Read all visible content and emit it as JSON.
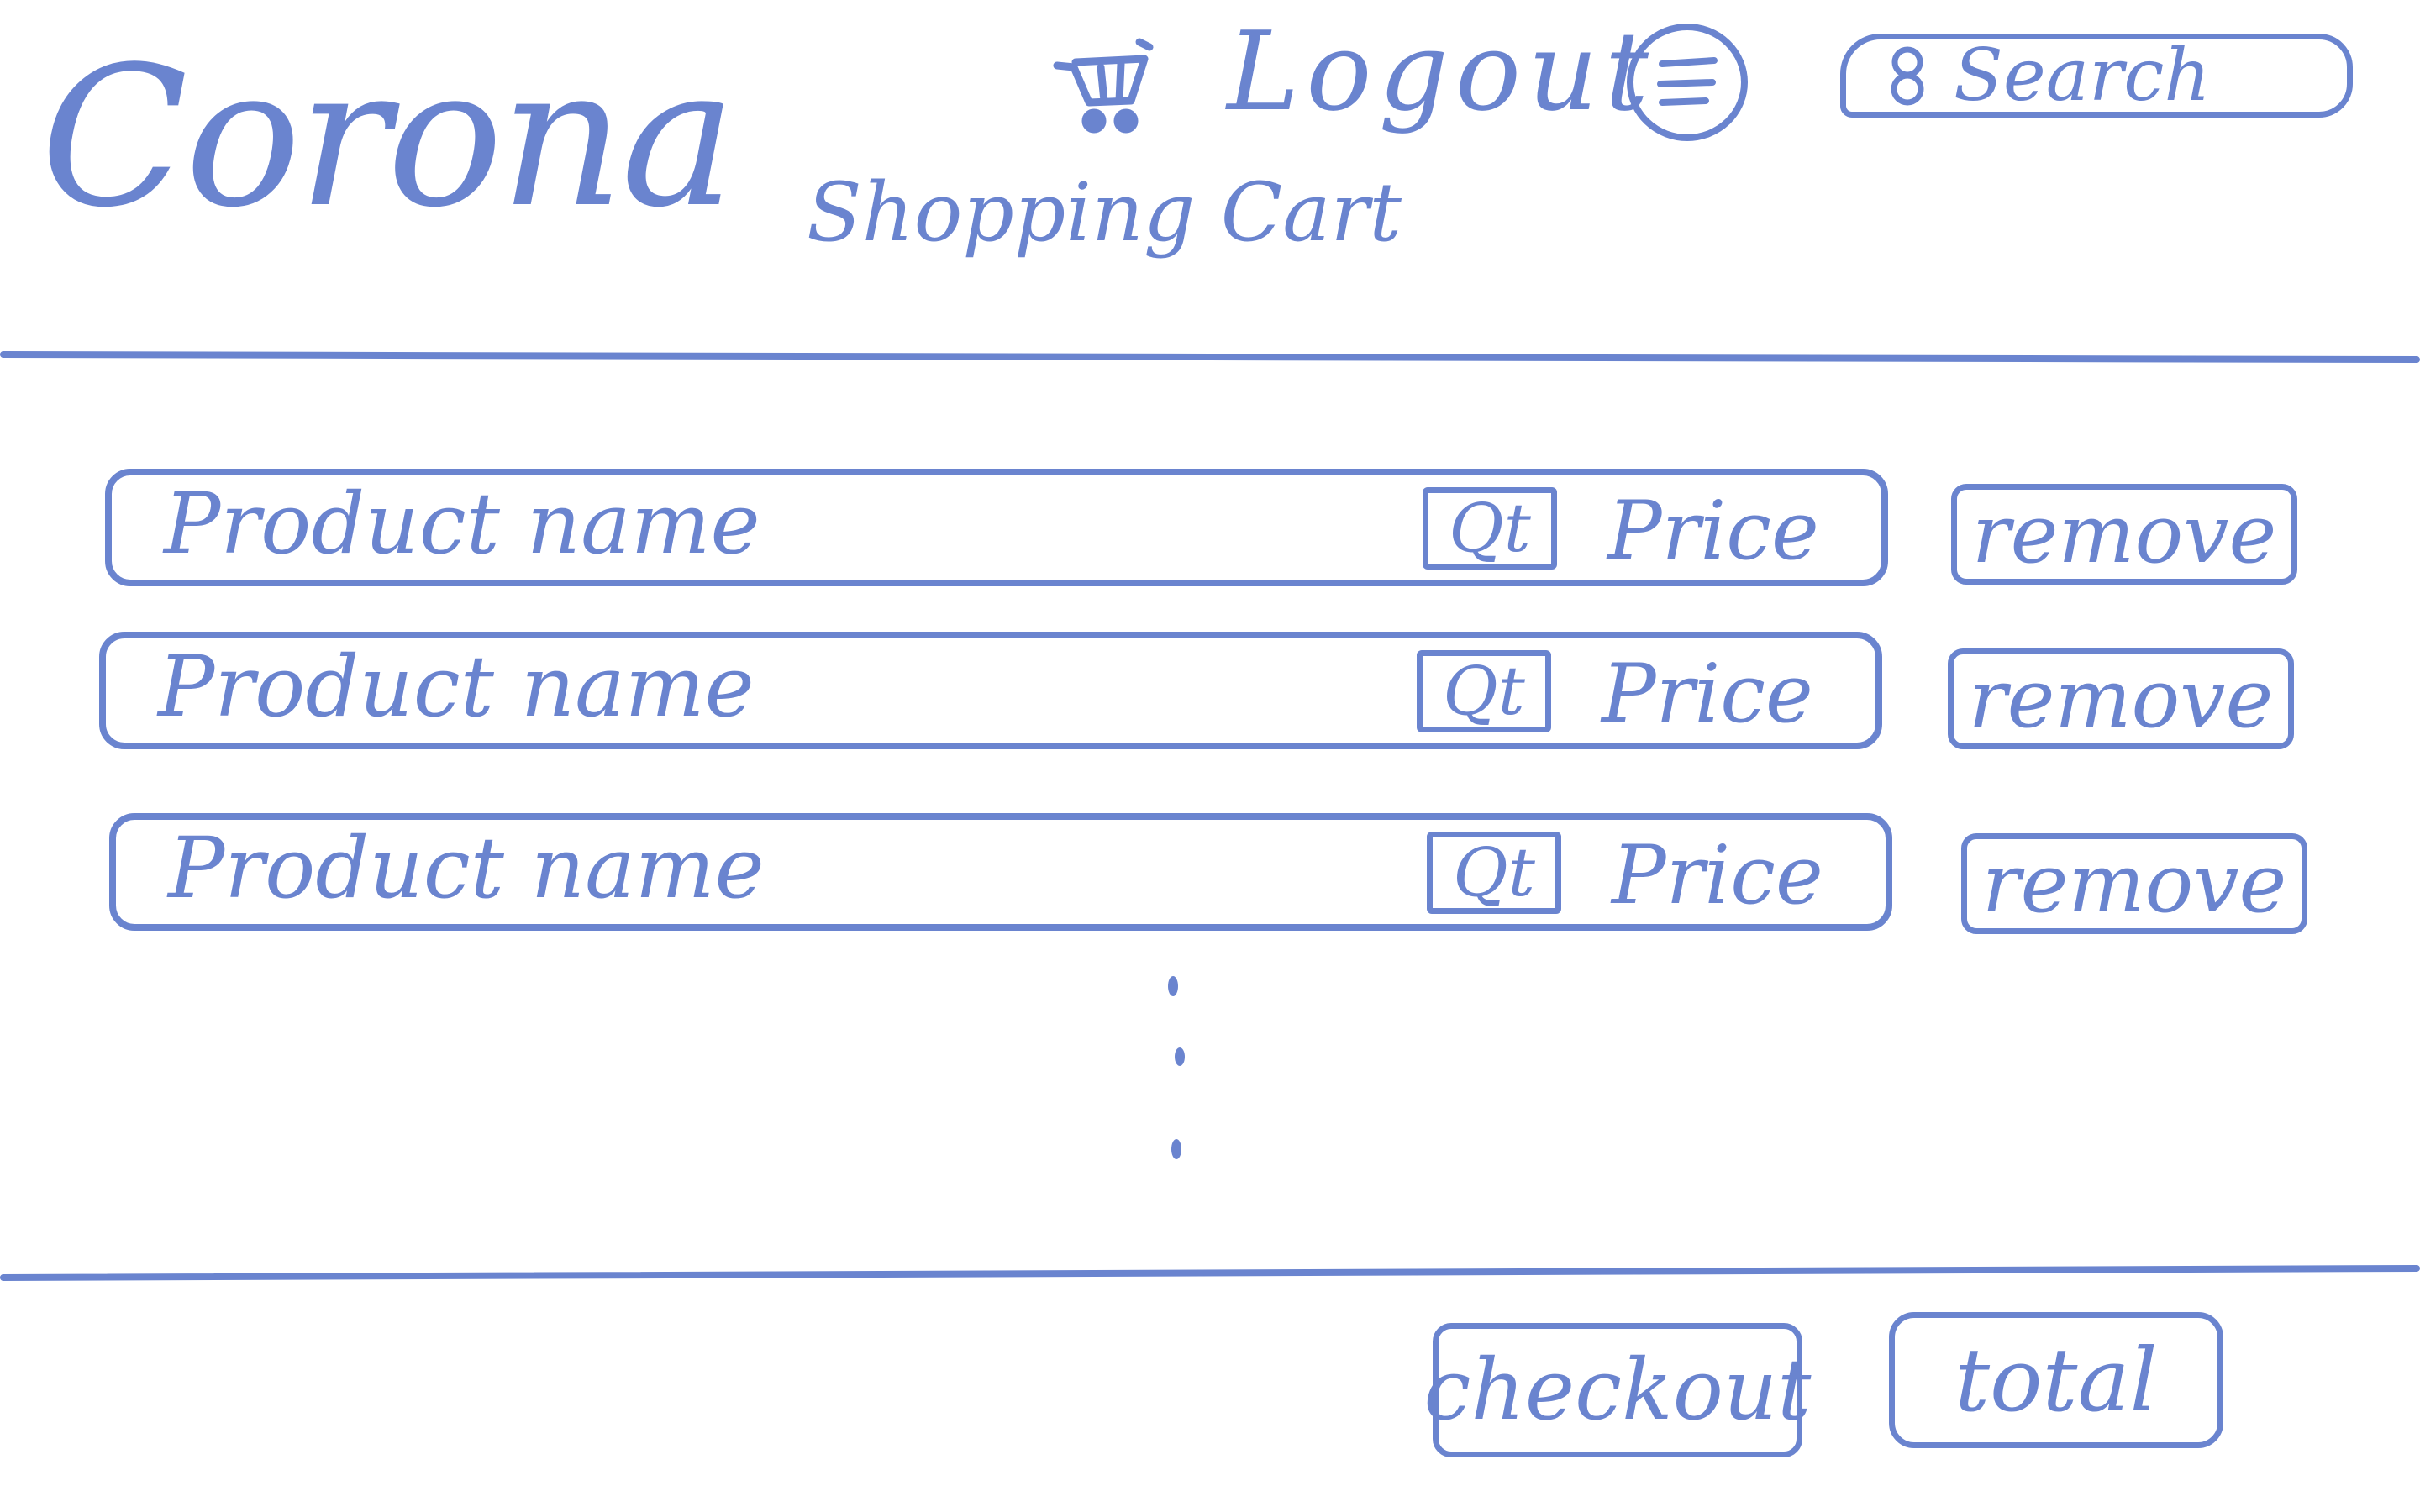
{
  "header": {
    "logo": "Corona",
    "page_title": "Shopping Cart",
    "logout_label": "Logout",
    "search_label": "Search"
  },
  "icons": {
    "cart": "shopping-cart-icon",
    "menu": "hamburger-menu-icon",
    "search": "search-icon"
  },
  "cart": {
    "items": [
      {
        "name": "Product name",
        "qty": "Qt",
        "price": "Price",
        "remove_label": "remove"
      },
      {
        "name": "Product name",
        "qty": "Qt",
        "price": "Price",
        "remove_label": "remove"
      },
      {
        "name": "Product name",
        "qty": "Qt",
        "price": "Price",
        "remove_label": "remove"
      }
    ]
  },
  "footer": {
    "checkout_label": "checkout",
    "total_label": "total"
  },
  "colors": {
    "ink": "#6a84cf",
    "background": "#ffffff"
  }
}
